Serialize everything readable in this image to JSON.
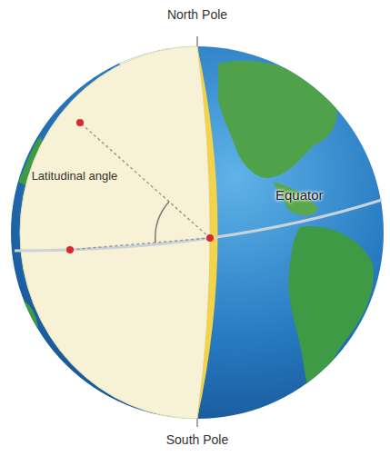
{
  "diagram": {
    "labels": [
      "North Pole",
      "Latitudinal angle",
      "Equator",
      "South Pole"
    ]
  }
}
